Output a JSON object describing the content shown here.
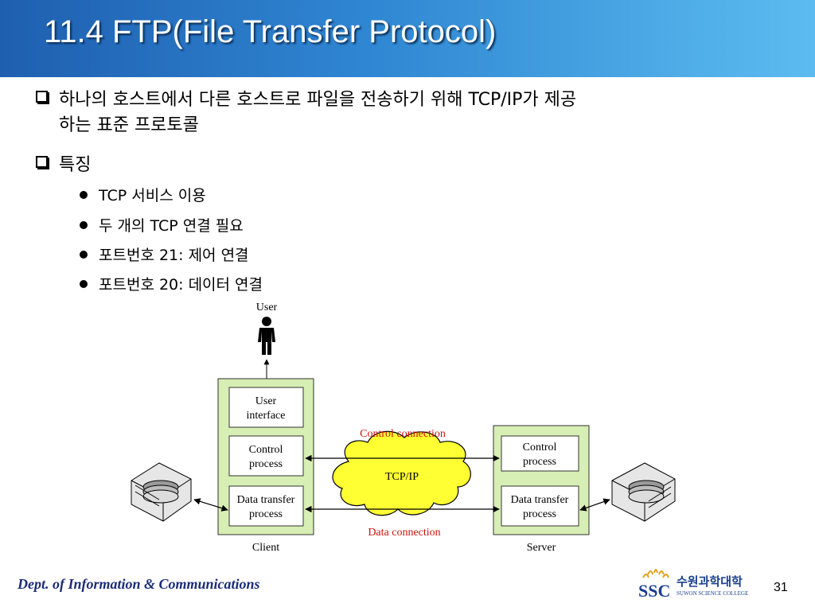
{
  "slide": {
    "title": "11.4 FTP(File Transfer Protocol)",
    "bullets": [
      {
        "line1": "하나의 호스트에서 다른 호스트로 파일을 전송하기 위해 TCP/IP가 제공",
        "line2": "하는 표준 프로토콜"
      },
      {
        "line1": "특징"
      }
    ],
    "sub_bullets": [
      "TCP 서비스 이용",
      "두 개의 TCP 연결 필요",
      "포트번호 21: 제어 연결",
      "포트번호 20: 데이터 연결"
    ]
  },
  "diagram": {
    "user_label": "User",
    "client": {
      "label": "Client",
      "ui_line1": "User",
      "ui_line2": "interface",
      "control_line1": "Control",
      "control_line2": "process",
      "data_line1": "Data transfer",
      "data_line2": "process"
    },
    "server": {
      "label": "Server",
      "control_line1": "Control",
      "control_line2": "process",
      "data_line1": "Data transfer",
      "data_line2": "process"
    },
    "cloud_label": "TCP/IP",
    "control_connection_label": "Control connection",
    "data_connection_label": "Data connection",
    "colors": {
      "box_fill": "#d7eeb4",
      "cloud_fill": "#ffff33",
      "connection_label": "#cc1111"
    }
  },
  "footer": {
    "department": "Dept. of  Information & Communications",
    "page_number": "31",
    "logo_text_short": "SSC",
    "logo_text_ko": "수원과학대학",
    "logo_text_en": "SUWON SCIENCE COLLEGE"
  }
}
